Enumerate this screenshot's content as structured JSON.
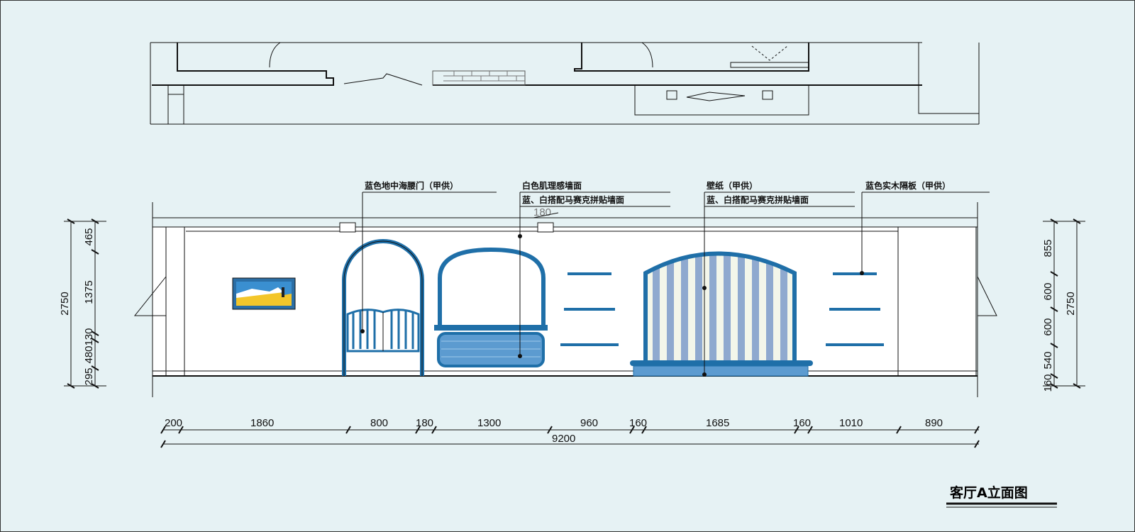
{
  "title": "客厅A立面图",
  "colors": {
    "background": "#e6f2f4",
    "blue": "#1f6fa8",
    "light_blue": "#9fc3dc",
    "wall": "#ffffff"
  },
  "labels": {
    "door": "蓝色地中海腰门（甲供）",
    "white_wall": "白色肌理感墙面",
    "mosaic_1": "蓝、白搭配马赛克拼贴墙面",
    "wallpaper": "壁纸（甲供）",
    "mosaic_2": "蓝、白搭配马赛克拼贴墙面",
    "shelf": "蓝色实木隔板（甲供）"
  },
  "dims": {
    "top_small": "180",
    "bottom": [
      "200",
      "1860",
      "800",
      "180",
      "1300",
      "960",
      "160",
      "1685",
      "160",
      "1010",
      "890"
    ],
    "bottom_total": "9200",
    "left": [
      "465",
      "1375",
      "130",
      "480",
      "295"
    ],
    "left_total": "2750",
    "right": [
      "855",
      "600",
      "600",
      "540",
      "160"
    ],
    "right_total": "2750"
  }
}
